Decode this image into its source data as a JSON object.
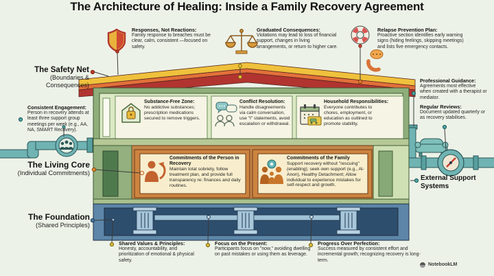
{
  "title": "The Architecture of Healing: Inside a Family Recovery Agreement",
  "branding": {
    "label": "NotebookLM"
  },
  "top_callouts": [
    {
      "icon": "shield-icon",
      "heading": "Responses, Not Reactions:",
      "body": "Family response to breaches must be clear, calm, consistent —focused on safety."
    },
    {
      "icon": "scales-icon",
      "heading": "Graduated Consequences:",
      "body": "Violations may lead to loss of financial support, changes in living arrangements, or return to higher care."
    },
    {
      "icon": "lifebuoy-icon",
      "heading": "Relapse Prevention Plan:",
      "body": "Proactive section identifies early warning signs (hiding feelings, skipping meetings) and lists five emergency contacts."
    }
  ],
  "left_labels": {
    "safety_net": {
      "title": "The Safety Net",
      "subtitle": "(Boundaries & Consequences)"
    },
    "consistent_engagement": {
      "heading": "Consistent Engagement:",
      "body": "Person in recovery attends at least three support group meetings per week (e.g., AA, NA, SMART Recovery)."
    },
    "living_core": {
      "title": "The Living Core",
      "subtitle": "(Individual Commitments)"
    },
    "foundation": {
      "title": "The Foundation",
      "subtitle": "(Shared Principles)"
    }
  },
  "right_labels": {
    "professional_guidance": {
      "heading": "Professional Guidance:",
      "body": "Agreements most effective when created with a therapist or mediator."
    },
    "regular_reviews": {
      "heading": "Regular Reviews:",
      "body": "Document updated quarterly or as recovery stabilises."
    },
    "external_support": {
      "title": "External Support Systems"
    }
  },
  "rooms": [
    {
      "icon": "house-lock-icon",
      "heading": "Substance-Free Zone:",
      "body": "No addictive substances; prescription medications secured to remove triggers."
    },
    {
      "icon": "chat-people-icon",
      "heading": "Conflict Resolution:",
      "body": "Handle disagreements via calm conversation, use \"I\" statements, avoid escalation or withdrawal."
    },
    {
      "icon": "calendar-icon",
      "heading": "Household Responsibilities:",
      "body": "Everyone contributes to chores, employment, or education as outlined to promote stability."
    }
  ],
  "core_boxes": [
    {
      "icon": "person-arrow-icon",
      "heading": "Commitments of the Person in Recovery",
      "body": "Maintain total sobriety, follow treatment plan, and provide full transparency re: finances and daily routines."
    },
    {
      "icon": "family-icon",
      "heading": "Commitments of the Family",
      "body": "Support recovery without \"rescuing\" (enabling); seek own support (e.g., Al-Anon), Healthy Detachment; Allow individual to experience mistakes for self-respect and growth."
    }
  ],
  "bottom_callouts": [
    {
      "heading": "Shared Values & Principles:",
      "body": "Honesty, accountability, and prioritization of emotional & physical safety."
    },
    {
      "heading": "Focus on the Present:",
      "body": "Participants focus on \"now,\" avoiding dwelling on past mistakes or using them as leverage."
    },
    {
      "heading": "Progress Over Perfection:",
      "body": "Success measured by consistent effort and incremental growth; recognizing recovery is long-term."
    }
  ],
  "colors": {
    "background": "#edf2e8",
    "roof_red": "#b13430",
    "roof_orange": "#e2703a",
    "roof_yellow": "#efc13c",
    "wall_green": "#8fae7b",
    "wall_light": "#dce9c4",
    "panel_cream": "#f6f4e4",
    "core_orange": "#c58549",
    "box_cream": "#f8eecd",
    "foundation_blue": "#2e4e6e",
    "pillar_blue": "#a7c6da",
    "pipe_teal": "#6fb3b3"
  }
}
